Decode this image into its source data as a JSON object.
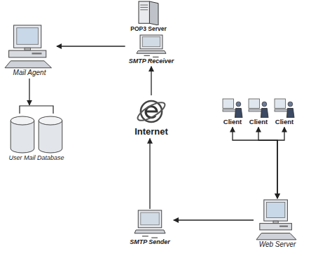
{
  "diagram": {
    "nodes": [
      {
        "text": [
          "POP3 Server"
        ]
      },
      {
        "text": [
          "Mail Agent"
        ]
      },
      {
        "text": [
          "SMTP Receiver"
        ]
      },
      {
        "text": [
          "Internet"
        ]
      },
      {
        "text": [
          "Client"
        ]
      },
      {
        "text": [
          "Client"
        ]
      },
      {
        "text": [
          "Client"
        ]
      },
      {
        "text": [
          "User Mail Database"
        ]
      },
      {
        "text": [
          "SMTP Sender"
        ]
      },
      {
        "text": [
          "Web Server"
        ]
      }
    ],
    "edges": [
      {
        "from": 2,
        "to": 1,
        "arrow": "to"
      },
      {
        "from": 1,
        "to": 7,
        "arrow": "to"
      },
      {
        "from": 3,
        "to": 2,
        "arrow": "to"
      },
      {
        "from": 8,
        "to": 3,
        "arrow": "to"
      },
      {
        "from": 9,
        "to": 8,
        "arrow": "to"
      },
      {
        "from": 4,
        "to": 9,
        "arrow": "both"
      },
      {
        "from": 5,
        "to": 9,
        "arrow": "both"
      },
      {
        "from": 6,
        "to": 9,
        "arrow": "both"
      }
    ]
  }
}
